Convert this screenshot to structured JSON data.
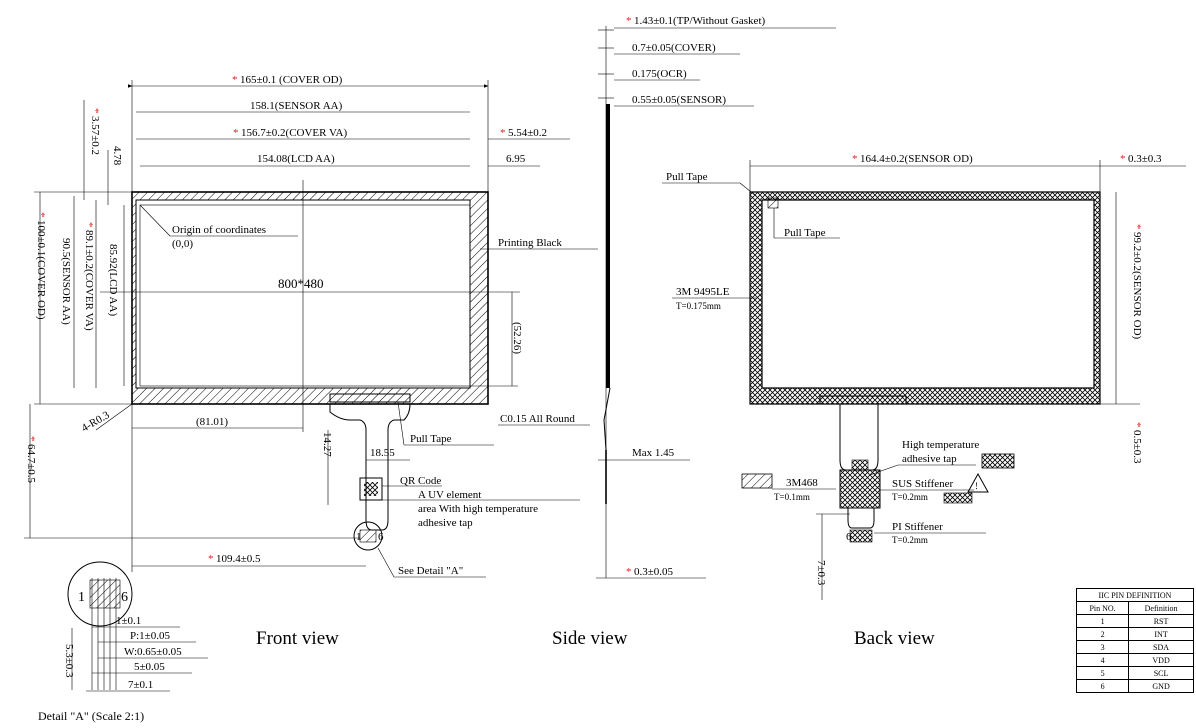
{
  "front": {
    "cover_od_w": "165±0.1 (COVER OD)",
    "sensor_aa_w": "158.1(SENSOR AA)",
    "cover_va_w": "156.7±0.2(COVER VA)",
    "lcd_aa_w": "154.08(LCD AA)",
    "right_544": "5.54±0.2",
    "right_695": "6.95",
    "left_357": "3.57±0.2",
    "left_478": "4.78",
    "cover_od_h": "100±0.1(COVER OD)",
    "sensor_aa_h": "90.5(SENSOR AA)",
    "cover_va_h": "89.1±0.2(COVER VA)",
    "lcd_aa_h": "85.92(LCD AA)",
    "origin_label": "Origin of coordinates",
    "origin_coord": "(0,0)",
    "resolution": "800*480",
    "printing_black": "Printing Black",
    "dim_5226": "(52.26)",
    "dim_8101": "(81.01)",
    "radius": "4-R0.3",
    "c015": "C0.15 All Round",
    "pull_tape": "Pull Tape",
    "dim_1855": "18.55",
    "dim_1427": "14.27",
    "qr_code": "QR Code",
    "uv1": "A UV element",
    "uv2": "area With high temperature",
    "uv3": "adhesive tap",
    "dim_647": "64.7±0.5",
    "dim_1094": "109.4±0.5",
    "see_detail": "See Detail \"A\"",
    "pin_1": "1",
    "pin_6": "6"
  },
  "side": {
    "total": "1.43±0.1(TP/Without Gasket)",
    "cover": "0.7±0.05(COVER)",
    "ocr": "0.175(OCR)",
    "sensor": "0.55±0.05(SENSOR)",
    "max": "Max 1.45",
    "bottom": "0.3±0.05"
  },
  "back": {
    "sensor_od_w": "164.4±0.2(SENSOR OD)",
    "right_03": "0.3±0.3",
    "pull_tape_1": "Pull Tape",
    "pull_tape_2": "Pull Tape",
    "tape_3m": "3M 9495LE",
    "tape_t": "T=0.175mm",
    "sensor_od_h": "99.2±0.2(SENSOR OD)",
    "right_05": "0.5±0.3",
    "high_temp1": "High temperature",
    "high_temp2": "adhesive tap",
    "m468": "3M468",
    "m468_t": "T=0.1mm",
    "sus": "SUS Stiffener",
    "sus_t": "T=0.2mm",
    "pi": "PI Stiffener",
    "pi_t": "T=0.2mm",
    "dim_7": "7±0.3",
    "pin_6": "6"
  },
  "detail": {
    "d1": "1±0.1",
    "p": "P:1±0.05",
    "w": "W:0.65±0.05",
    "d5": "5±0.05",
    "d7": "7±0.1",
    "d53": "5.3±0.3",
    "pin_1": "1",
    "pin_6": "6",
    "caption": "Detail \"A\"  (Scale 2:1)"
  },
  "captions": {
    "front": "Front view",
    "side": "Side view",
    "back": "Back view"
  },
  "table": {
    "title": "IIC PIN DEFINITION",
    "col1": "Pin NO.",
    "col2": "Definition",
    "rows": [
      {
        "pin": "1",
        "def": "RST"
      },
      {
        "pin": "2",
        "def": "INT"
      },
      {
        "pin": "3",
        "def": "SDA"
      },
      {
        "pin": "4",
        "def": "VDD"
      },
      {
        "pin": "5",
        "def": "SCL"
      },
      {
        "pin": "6",
        "def": "GND"
      }
    ]
  },
  "colors": {
    "star": "#e02020",
    "line": "#000000"
  }
}
